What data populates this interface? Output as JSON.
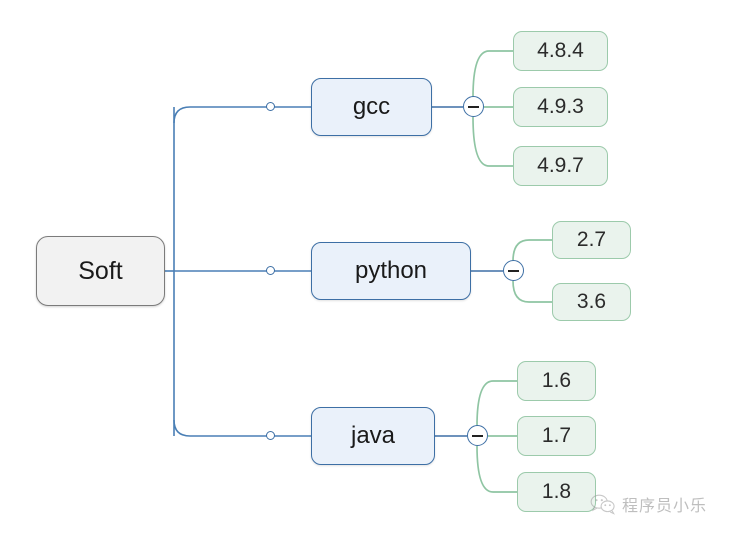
{
  "diagram": {
    "type": "mind-map",
    "title": "Soft",
    "root": {
      "label": "Soft",
      "fill": "#f2f2f2",
      "border": "#7b7b7b"
    },
    "branch_style": {
      "fill": "#eaf1fa",
      "border": "#3d6fa5"
    },
    "leaf_style": {
      "fill": "#eaf3ed",
      "border": "#9ccaab"
    },
    "connector_colors": {
      "root_level": "#4a7fb5",
      "leaf_level": "#8fc5a3"
    },
    "branches": [
      {
        "label": "gcc",
        "toggle": "collapse-minus",
        "children": [
          {
            "label": "4.8.4"
          },
          {
            "label": "4.9.3"
          },
          {
            "label": "4.9.7"
          }
        ]
      },
      {
        "label": "python",
        "toggle": "collapse-minus",
        "children": [
          {
            "label": "2.7"
          },
          {
            "label": "3.6"
          }
        ]
      },
      {
        "label": "java",
        "toggle": "collapse-minus",
        "children": [
          {
            "label": "1.6"
          },
          {
            "label": "1.7"
          },
          {
            "label": "1.8"
          }
        ]
      }
    ]
  },
  "watermark": {
    "text": "程序员小乐",
    "logo": "wechat-icon"
  }
}
